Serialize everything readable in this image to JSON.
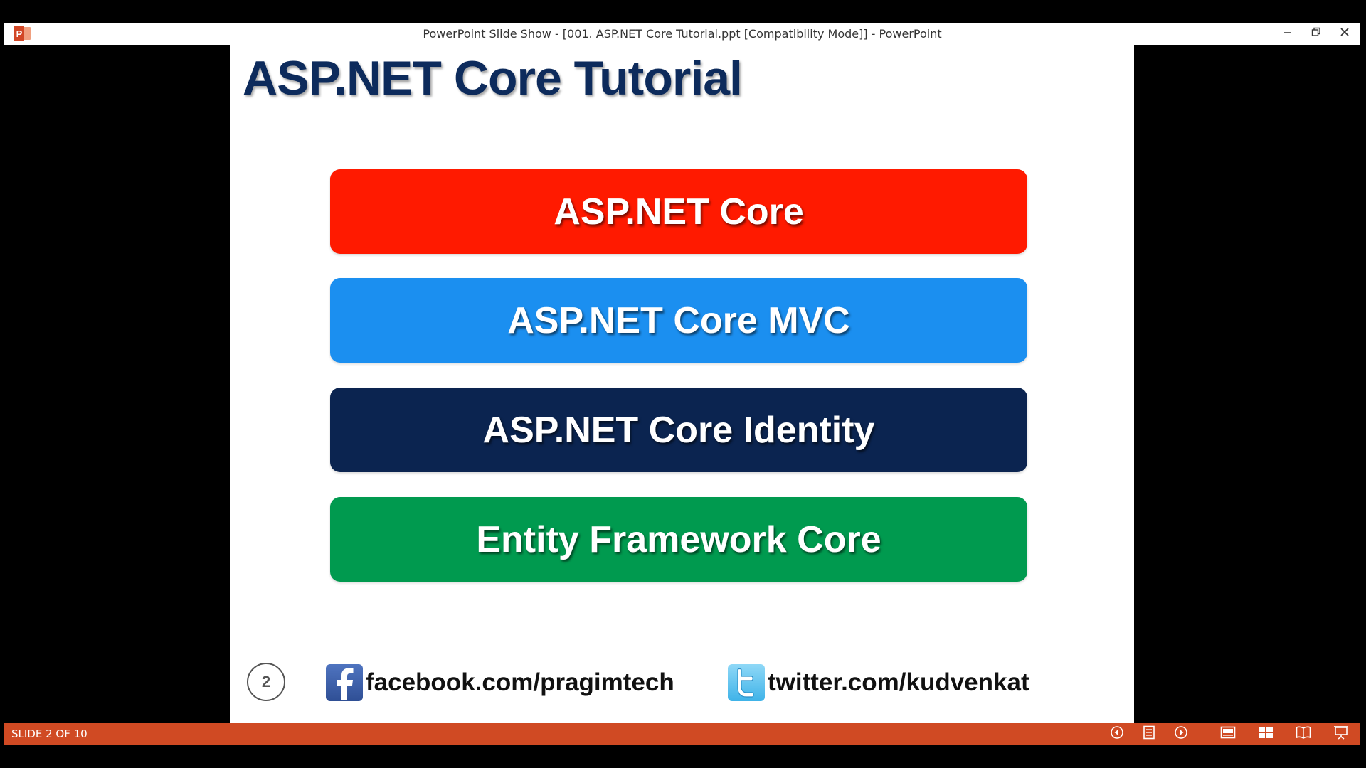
{
  "window": {
    "title": "PowerPoint Slide Show - [001. ASP.NET Core Tutorial.ppt [Compatibility Mode]] - PowerPoint",
    "app_icon": "powerpoint-icon",
    "controls": [
      "minimize-icon",
      "restore-icon",
      "close-icon"
    ]
  },
  "slide": {
    "title": "ASP.NET Core Tutorial",
    "topics": [
      {
        "label": "ASP.NET Core",
        "color": "#ff1a00"
      },
      {
        "label": "ASP.NET Core MVC",
        "color": "#1b8ff0"
      },
      {
        "label": "ASP.NET Core Identity",
        "color": "#0b2450"
      },
      {
        "label": "Entity Framework Core",
        "color": "#009a4f"
      }
    ],
    "number": "2",
    "facebook": {
      "icon": "facebook-icon",
      "text": "facebook.com/pragimtech"
    },
    "twitter": {
      "icon": "twitter-icon",
      "text": "twitter.com/kudvenkat"
    }
  },
  "statusbar": {
    "counter": "SLIDE 2 OF 10",
    "color": "#d04a23",
    "buttons": [
      "previous-icon",
      "notes-icon",
      "next-icon",
      "normal-view-icon",
      "slide-sorter-icon",
      "reading-view-icon",
      "slideshow-icon"
    ]
  }
}
